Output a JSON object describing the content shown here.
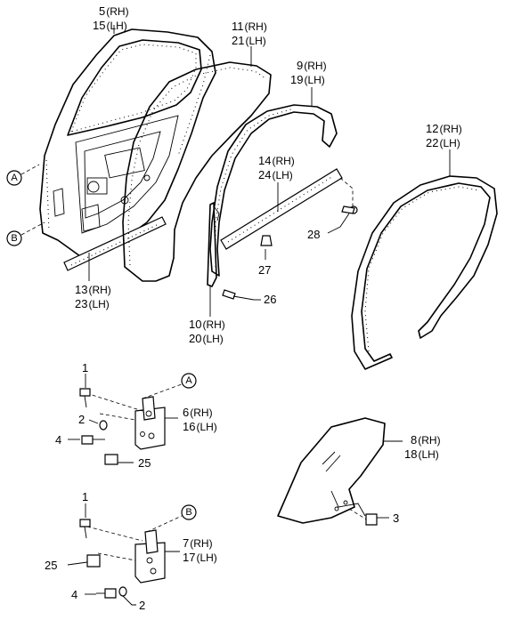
{
  "labels": {
    "p5": {
      "num": "5",
      "side": "(RH)"
    },
    "p15": {
      "num": "15",
      "side": "(LH)"
    },
    "p11": {
      "num": "11",
      "side": "(RH)"
    },
    "p21": {
      "num": "21",
      "side": "(LH)"
    },
    "p9": {
      "num": "9",
      "side": "(RH)"
    },
    "p19": {
      "num": "19",
      "side": "(LH)"
    },
    "p12": {
      "num": "12",
      "side": "(RH)"
    },
    "p22": {
      "num": "22",
      "side": "(LH)"
    },
    "p14": {
      "num": "14",
      "side": "(RH)"
    },
    "p24": {
      "num": "24",
      "side": "(LH)"
    },
    "p28": {
      "num": "28"
    },
    "p27": {
      "num": "27"
    },
    "p26": {
      "num": "26"
    },
    "p13": {
      "num": "13",
      "side": "(RH)"
    },
    "p23": {
      "num": "23",
      "side": "(LH)"
    },
    "p10": {
      "num": "10",
      "side": "(RH)"
    },
    "p20": {
      "num": "20",
      "side": "(LH)"
    },
    "p1a": {
      "num": "1"
    },
    "p2a": {
      "num": "2"
    },
    "p4a": {
      "num": "4"
    },
    "p25a": {
      "num": "25"
    },
    "p6": {
      "num": "6",
      "side": "(RH)"
    },
    "p16": {
      "num": "16",
      "side": "(LH)"
    },
    "p8": {
      "num": "8",
      "side": "(RH)"
    },
    "p18": {
      "num": "18",
      "side": "(LH)"
    },
    "p3": {
      "num": "3"
    },
    "p1b": {
      "num": "1"
    },
    "p25b": {
      "num": "25"
    },
    "p4b": {
      "num": "4"
    },
    "p2b": {
      "num": "2"
    },
    "p7": {
      "num": "7",
      "side": "(RH)"
    },
    "p17": {
      "num": "17",
      "side": "(LH)"
    }
  },
  "callouts": {
    "a": "A",
    "b": "B",
    "a_hinge": "A",
    "b_hinge": "B"
  }
}
